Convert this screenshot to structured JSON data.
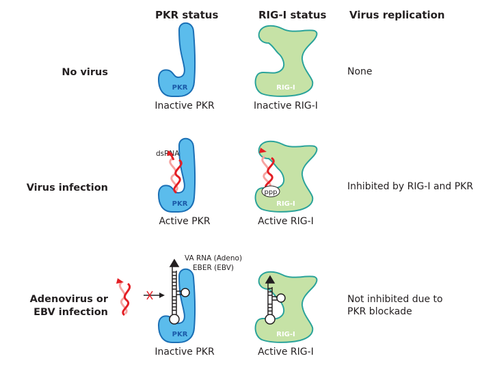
{
  "headers": {
    "pkr": "PKR status",
    "rigi": "RIG-I status",
    "replication": "Virus replication"
  },
  "rows": [
    {
      "label": "No virus",
      "pkr_state": "Inactive PKR",
      "rigi_state": "Inactive RIG-I",
      "replication": "None"
    },
    {
      "label": "Virus infection",
      "pkr_state": "Active PKR",
      "rigi_state": "Active RIG-I",
      "replication": "Inhibited by RIG-I and PKR"
    },
    {
      "label_line1": "Adenovirus or",
      "label_line2": "EBV infection",
      "pkr_state": "Inactive PKR",
      "rigi_state": "Active RIG-I",
      "replication_line1": "Not inhibited due to",
      "replication_line2": "PKR blockade"
    }
  ],
  "shape_labels": {
    "pkr": "PKR",
    "rigi": "RIG-I",
    "dsrna": "dsRNA",
    "ppp": "ppp",
    "va_rna": "VA RNA (Adeno)",
    "eber": "EBER (EBV)"
  },
  "colors": {
    "pkr_fill": "#5bbcec",
    "pkr_stroke": "#1a6fb5",
    "pkr_text": "#1a5aa8",
    "rigi_fill": "#c6e2a6",
    "rigi_stroke": "#2aa39a",
    "rigi_text": "#ffffff",
    "rna_red": "#e31e24",
    "rna_pink": "#f6a3a0"
  }
}
